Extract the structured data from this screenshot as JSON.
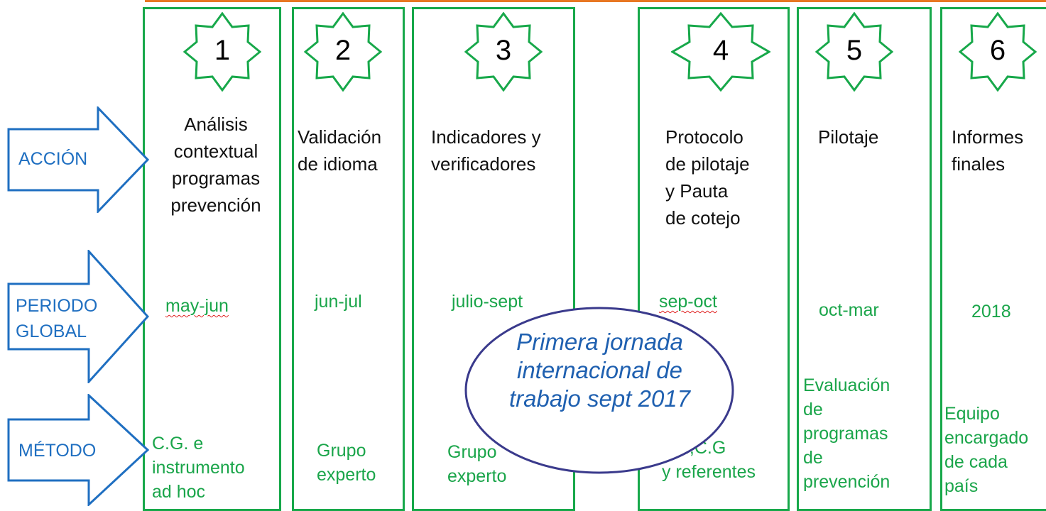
{
  "colors": {
    "green": "#17a84a",
    "blue": "#1f6fc1",
    "orange": "#e87722",
    "ellipse_fill": "#ffffff",
    "ellipse_stroke": "#3a3a8c"
  },
  "row_labels": {
    "accion": "ACCIÓN",
    "periodo_1": "PERIODO",
    "periodo_2": "GLOBAL",
    "metodo": "MÉTODO"
  },
  "steps": [
    {
      "number": "1",
      "action": [
        "Análisis",
        "contextual",
        "programas",
        "prevención"
      ],
      "period": "may-jun",
      "method": [
        "C.G. e",
        "instrumento",
        "ad hoc"
      ]
    },
    {
      "number": "2",
      "action": [
        "Validación",
        "de idioma"
      ],
      "period": "jun-jul",
      "method": [
        "Grupo",
        "experto"
      ]
    },
    {
      "number": "3",
      "action": [
        "Indicadores y",
        "verificadores"
      ],
      "period": "julio-sept",
      "method": [
        "Grupo",
        "experto"
      ]
    },
    {
      "number": "4",
      "action": [
        "Protocolo",
        "de pilotaje",
        "y Pauta",
        "de cotejo"
      ],
      "period": "sep-oct",
      "method": [
        "T.F.,C.G",
        "y referentes"
      ]
    },
    {
      "number": "5",
      "action": [
        "Pilotaje"
      ],
      "period": "oct-mar",
      "method": [
        "Evaluación",
        "de",
        "programas",
        "de",
        "prevención"
      ]
    },
    {
      "number": "6",
      "action": [
        "Informes",
        "finales"
      ],
      "period": "2018",
      "method": [
        "Equipo",
        "encargado",
        "de cada",
        "país"
      ]
    }
  ],
  "callout": {
    "line1": "Primera jornada",
    "line2": "internacional de",
    "line3": "trabajo sept 2017"
  }
}
